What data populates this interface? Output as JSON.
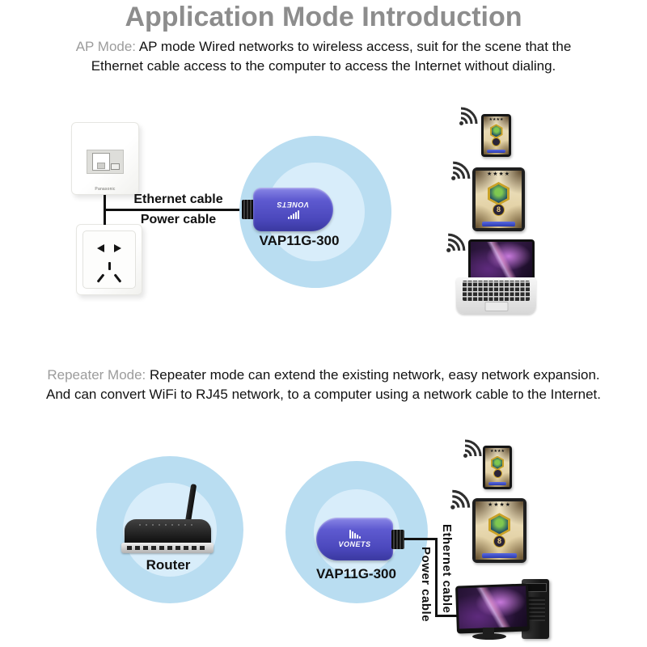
{
  "title": "Application Mode Introduction",
  "ap_mode": {
    "label": "AP Mode:",
    "line1": "AP mode Wired networks to wireless access, suit for the scene that the",
    "line2": "Ethernet cable access to the computer to access the Internet without dialing."
  },
  "repeater_mode": {
    "label": "Repeater Mode:",
    "line1": "Repeater mode can extend the existing network, easy network expansion.",
    "line2": "And can convert WiFi to RJ45 network, to a computer using a network cable to the Internet."
  },
  "labels": {
    "ethernet_cable": "Ethernet cable",
    "power_cable": "Power cable",
    "device_name": "VAP11G-300",
    "router": "Router"
  },
  "device": {
    "brand": "VONETS"
  },
  "wall_plate": {
    "brand": "Panasonic"
  },
  "game_screen": {
    "stars": "★★★★",
    "rank_number": "8"
  },
  "colors": {
    "title_gray": "#8d8d8d",
    "mode_label_gray": "#9c9c9c",
    "body_text": "#121212",
    "signal_circle_outer": "#b9ddf1",
    "signal_circle_inner": "#d8edfa",
    "device_blue": "#5e5ad0",
    "cable_black": "#111111"
  }
}
